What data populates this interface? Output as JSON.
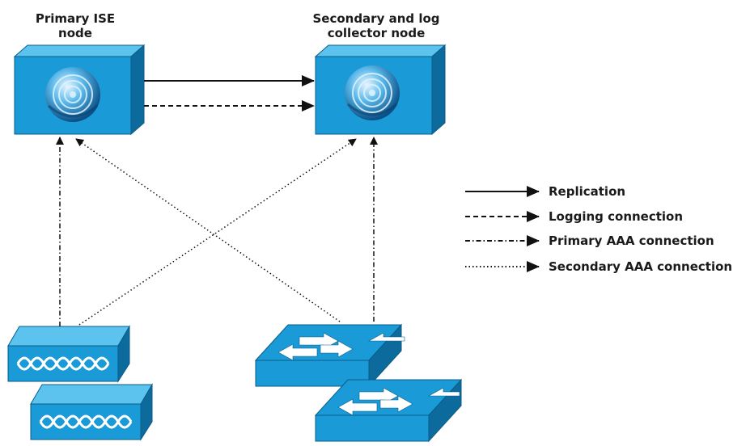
{
  "nodes": {
    "primary": {
      "title_line1": "Primary ISE",
      "title_line2": "node"
    },
    "secondary": {
      "title_line1": "Secondary and log",
      "title_line2": "collector node"
    }
  },
  "legend": [
    {
      "label": "Replication",
      "style": "solid"
    },
    {
      "label": "Logging connection",
      "style": "dashed"
    },
    {
      "label": "Primary AAA connection",
      "style": "dash-dot"
    },
    {
      "label": "Secondary AAA connection",
      "style": "dotted"
    }
  ],
  "colors": {
    "box_front": "#1a9ad6",
    "box_top": "#5cc3ee",
    "box_side": "#0d6a9c",
    "line": "#111111"
  },
  "icons": {
    "ise_node": "fingerprint-globe-icon",
    "access_point": "wireless-lan-controller-icon",
    "switch": "layer2-switch-icon"
  }
}
